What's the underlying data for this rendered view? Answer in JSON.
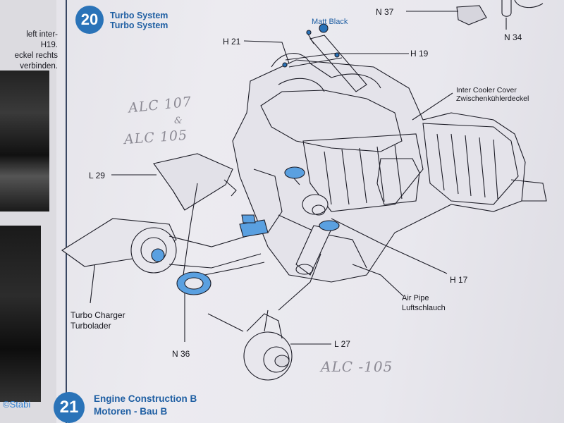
{
  "left_fragment": {
    "lines": [
      "left inter-",
      "H19.",
      "eckel rechts",
      "verbinden."
    ]
  },
  "step20": {
    "number": "20",
    "title_en": "Turbo System",
    "title_de": "Turbo System"
  },
  "step21": {
    "number": "21",
    "title_en": "Engine Construction B",
    "title_de": "Motoren - Bau B"
  },
  "parts": {
    "matt_black": "Matt Black",
    "n37": "N 37",
    "n34": "N 34",
    "h21": "H 21",
    "h19": "H 19",
    "inter_cooler_en": "Inter Cooler Cover",
    "inter_cooler_de": "Zwischenkühlerdeckel",
    "l29": "L 29",
    "turbo_en": "Turbo Charger",
    "turbo_de": "Turbolader",
    "n36": "N 36",
    "l27": "L 27",
    "h17": "H 17",
    "air_pipe_en": "Air Pipe",
    "air_pipe_de": "Luftschlauch"
  },
  "handwriting": {
    "note1": "ALC 107",
    "note_amp": "&",
    "note2": "ALC 105",
    "note3": "ALC -105"
  },
  "watermark": "©Stabi",
  "colors": {
    "accent_blue": "#2a73b8",
    "part_blue": "#5aa0e0",
    "line": "#1c1c26"
  }
}
